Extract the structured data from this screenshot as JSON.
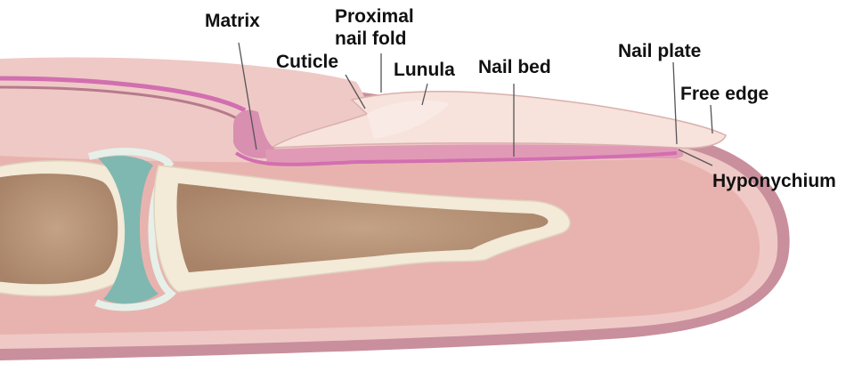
{
  "diagram": {
    "labels": {
      "matrix": "Matrix",
      "proximal_nail_fold_line1": "Proximal",
      "proximal_nail_fold_line2": "nail fold",
      "cuticle": "Cuticle",
      "lunula": "Lunula",
      "nail_bed": "Nail bed",
      "nail_plate": "Nail plate",
      "free_edge": "Free edge",
      "hyponychium": "Hyponychium"
    },
    "colors": {
      "skin": "#efc9c6",
      "skin_dark": "#c98f9d",
      "dermis": "#e8b3ae",
      "nail_plate": "#f7e2dc",
      "nail_bed_line": "#d26fb0",
      "bone": "#f3ead8",
      "marrow": "#b59277",
      "cartilage": "#7fb8b0"
    }
  }
}
